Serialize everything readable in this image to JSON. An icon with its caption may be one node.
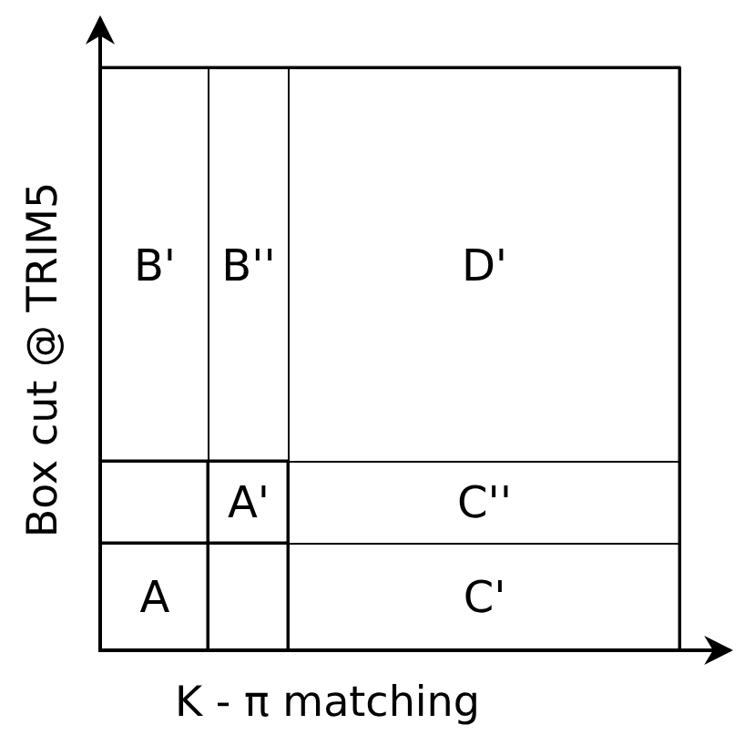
{
  "diagram": {
    "nodes": [
      {
        "text": [
          "B'"
        ]
      },
      {
        "text": [
          "B''"
        ]
      },
      {
        "text": [
          "D'"
        ]
      },
      {
        "text": [
          "A'"
        ]
      },
      {
        "text": [
          "C''"
        ]
      },
      {
        "text": [
          "A"
        ]
      },
      {
        "text": [
          "C'"
        ]
      }
    ],
    "labels": [
      "Box cut @ TRIM5",
      "K - π matching"
    ]
  }
}
